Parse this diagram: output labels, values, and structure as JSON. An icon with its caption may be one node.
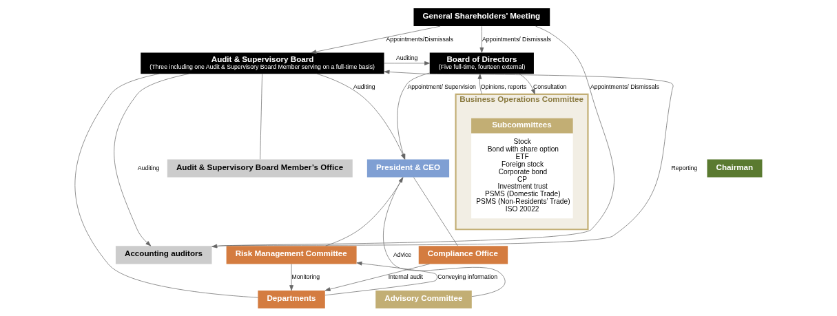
{
  "diagram": {
    "nodes": [
      {
        "text": [
          "General Shareholders’ Meeting"
        ]
      },
      {
        "text": [
          "Audit & Supervisory Board",
          "(Three including one Audit & Supervisory Board Member serving on a full-time basis)"
        ]
      },
      {
        "text": [
          "Board of Directors",
          "(Five full-time, fourteen external)"
        ]
      },
      {
        "text": [
          "Chairman"
        ]
      },
      {
        "text": [
          "Audit & Supervisory Board Member’s Office"
        ]
      },
      {
        "text": [
          "President & CEO"
        ]
      },
      {
        "text": [
          "Accounting auditors"
        ]
      },
      {
        "text": [
          "Risk Management Committee"
        ]
      },
      {
        "text": [
          "Compliance Office"
        ]
      },
      {
        "text": [
          "Departments"
        ]
      },
      {
        "text": [
          "Business Operations Committee"
        ]
      },
      {
        "text": [
          "Subcommittees",
          "Stock",
          "Bond with share option",
          "ETF",
          "Foreign stock",
          "Corporate bond",
          "CP",
          "Investment trust",
          "PSMS (Domestic Trade)",
          "PSMS (Non-Residents’ Trade)",
          "ISO 20022"
        ],
        "in": 10
      },
      {
        "text": [
          "Advisory Committee"
        ]
      }
    ],
    "edges": [
      {
        "from": 0,
        "to": 1,
        "arrow": "to",
        "label": "Appointments/Dismissals"
      },
      {
        "from": 0,
        "to": 2,
        "arrow": "to",
        "label": "Appointments/ Dismissals"
      },
      {
        "from": 0,
        "to": 6,
        "arrow": "to",
        "label": "Appointments/ Dismissals"
      },
      {
        "from": 1,
        "to": 2,
        "arrow": "to",
        "label": "Auditing"
      },
      {
        "from": 1,
        "to": 4,
        "arrow": "none"
      },
      {
        "from": 1,
        "to": 5,
        "arrow": "to",
        "label": "Auditing"
      },
      {
        "from": 1,
        "to": 6,
        "arrow": "to",
        "label": "Auditing"
      },
      {
        "from": 6,
        "to": 1,
        "arrow": "to",
        "label": "Reporting"
      },
      {
        "from": 1,
        "to": 9,
        "arrow": "none"
      },
      {
        "from": 2,
        "to": 5,
        "arrow": "to",
        "label": "Appointment/ Supervision"
      },
      {
        "from": 2,
        "to": 10,
        "arrow": "to",
        "label": "Consultation"
      },
      {
        "from": 10,
        "to": 2,
        "arrow": "to",
        "label": "Opinions, reports"
      },
      {
        "from": 5,
        "to": 7,
        "arrow": "none"
      },
      {
        "from": 5,
        "to": 8,
        "arrow": "none"
      },
      {
        "from": 7,
        "to": 9,
        "arrow": "to",
        "label": "Monitoring"
      },
      {
        "from": 9,
        "to": 7,
        "arrow": "to",
        "label": "Conveying information"
      },
      {
        "from": 8,
        "to": 9,
        "arrow": "to",
        "label": "Internal audit"
      },
      {
        "from": 12,
        "to": 5,
        "arrow": "to",
        "label": "Advice"
      }
    ]
  }
}
